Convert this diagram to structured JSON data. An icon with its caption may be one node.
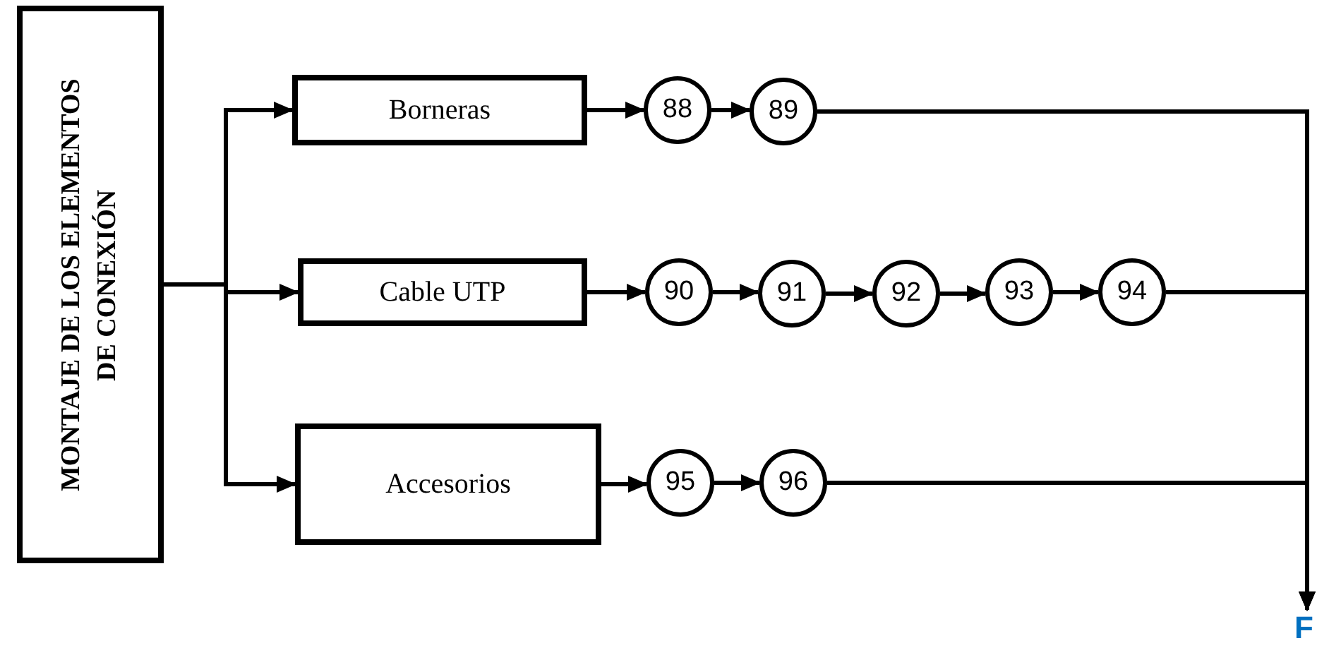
{
  "diagram": {
    "nodes": [
      {
        "text": [
          "MONTAJE DE LOS ELEMENTOS DE CONEXIÓN"
        ]
      },
      {
        "text": [
          "Borneras"
        ]
      },
      {
        "text": [
          "Cable UTP"
        ]
      },
      {
        "text": [
          "Accesorios"
        ]
      },
      {
        "text": [
          "88"
        ]
      },
      {
        "text": [
          "89"
        ]
      },
      {
        "text": [
          "90"
        ]
      },
      {
        "text": [
          "91"
        ]
      },
      {
        "text": [
          "92"
        ]
      },
      {
        "text": [
          "93"
        ]
      },
      {
        "text": [
          "94"
        ]
      },
      {
        "text": [
          "95"
        ]
      },
      {
        "text": [
          "96"
        ]
      },
      {
        "text": [
          "F"
        ]
      }
    ],
    "edges": [
      {
        "from": 0,
        "to": 1,
        "arrow": "to"
      },
      {
        "from": 0,
        "to": 2,
        "arrow": "to"
      },
      {
        "from": 0,
        "to": 3,
        "arrow": "to"
      },
      {
        "from": 1,
        "to": 4,
        "arrow": "to"
      },
      {
        "from": 4,
        "to": 5,
        "arrow": "to"
      },
      {
        "from": 2,
        "to": 6,
        "arrow": "to"
      },
      {
        "from": 6,
        "to": 7,
        "arrow": "to"
      },
      {
        "from": 7,
        "to": 8,
        "arrow": "to"
      },
      {
        "from": 8,
        "to": 9,
        "arrow": "to"
      },
      {
        "from": 9,
        "to": 10,
        "arrow": "to"
      },
      {
        "from": 3,
        "to": 11,
        "arrow": "to"
      },
      {
        "from": 11,
        "to": 12,
        "arrow": "to"
      },
      {
        "from": 5,
        "to": 13,
        "arrow": "to"
      },
      {
        "from": 10,
        "to": 13,
        "arrow": "to"
      },
      {
        "from": 12,
        "to": 13,
        "arrow": "to"
      }
    ]
  }
}
